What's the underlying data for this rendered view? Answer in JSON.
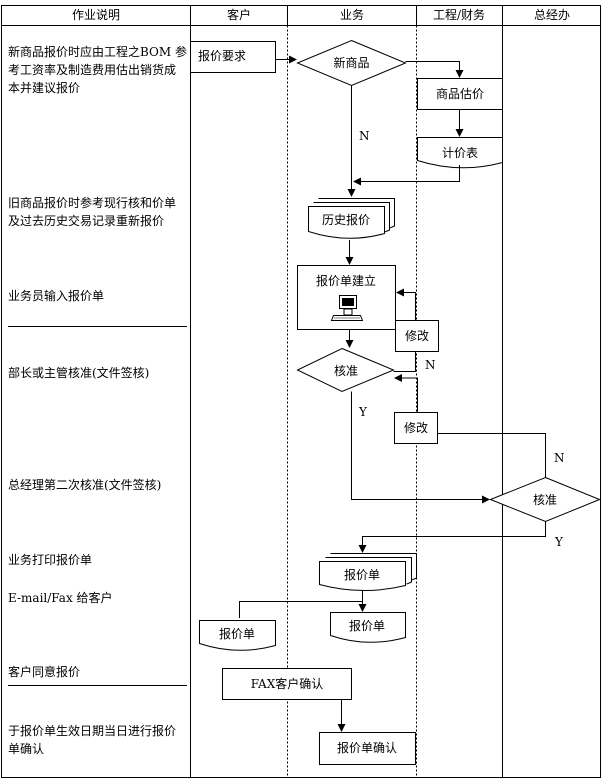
{
  "headers": {
    "description": "作业说明",
    "customer": "客户",
    "business": "业务",
    "engineering_finance": "工程/财务",
    "general_manager": "总经办"
  },
  "descriptions": [
    [
      "新商品报价时应由工程之BOM 参",
      "考工资率及制造费用估出销货成",
      "本并建议报价"
    ],
    [
      "旧商品报价时参考现行核和价单",
      "及过去历史交易记录重新报价"
    ],
    [
      "业务员输入报价单"
    ],
    [
      "部长或主管核准(文件签核)"
    ],
    [
      "总经理第二次核准(文件签核)"
    ],
    [
      "业务打印报价单"
    ],
    [
      "E-mail/Fax 给客户"
    ],
    [
      "客户同意报价"
    ],
    [
      "于报价单生效日期当日进行报价",
      "单确认"
    ]
  ],
  "nodes": {
    "quote_request": "报价要求",
    "new_product": "新商品",
    "product_estimate": "商品估价",
    "pricing_table": "计价表",
    "history_quote": "历史报价",
    "quote_create": "报价单建立",
    "modify_1": "修改",
    "approve_1": "核准",
    "modify_2": "修改",
    "approve_2": "核准",
    "quote_print": "报价单",
    "quote_customer": "报价单",
    "quote_business": "报价单",
    "fax_confirm": "FAX客户确认",
    "quote_confirm": "报价单确认"
  },
  "edge_labels": {
    "n1": "N",
    "n2": "N",
    "y1": "Y",
    "n3": "N",
    "y2": "Y"
  }
}
